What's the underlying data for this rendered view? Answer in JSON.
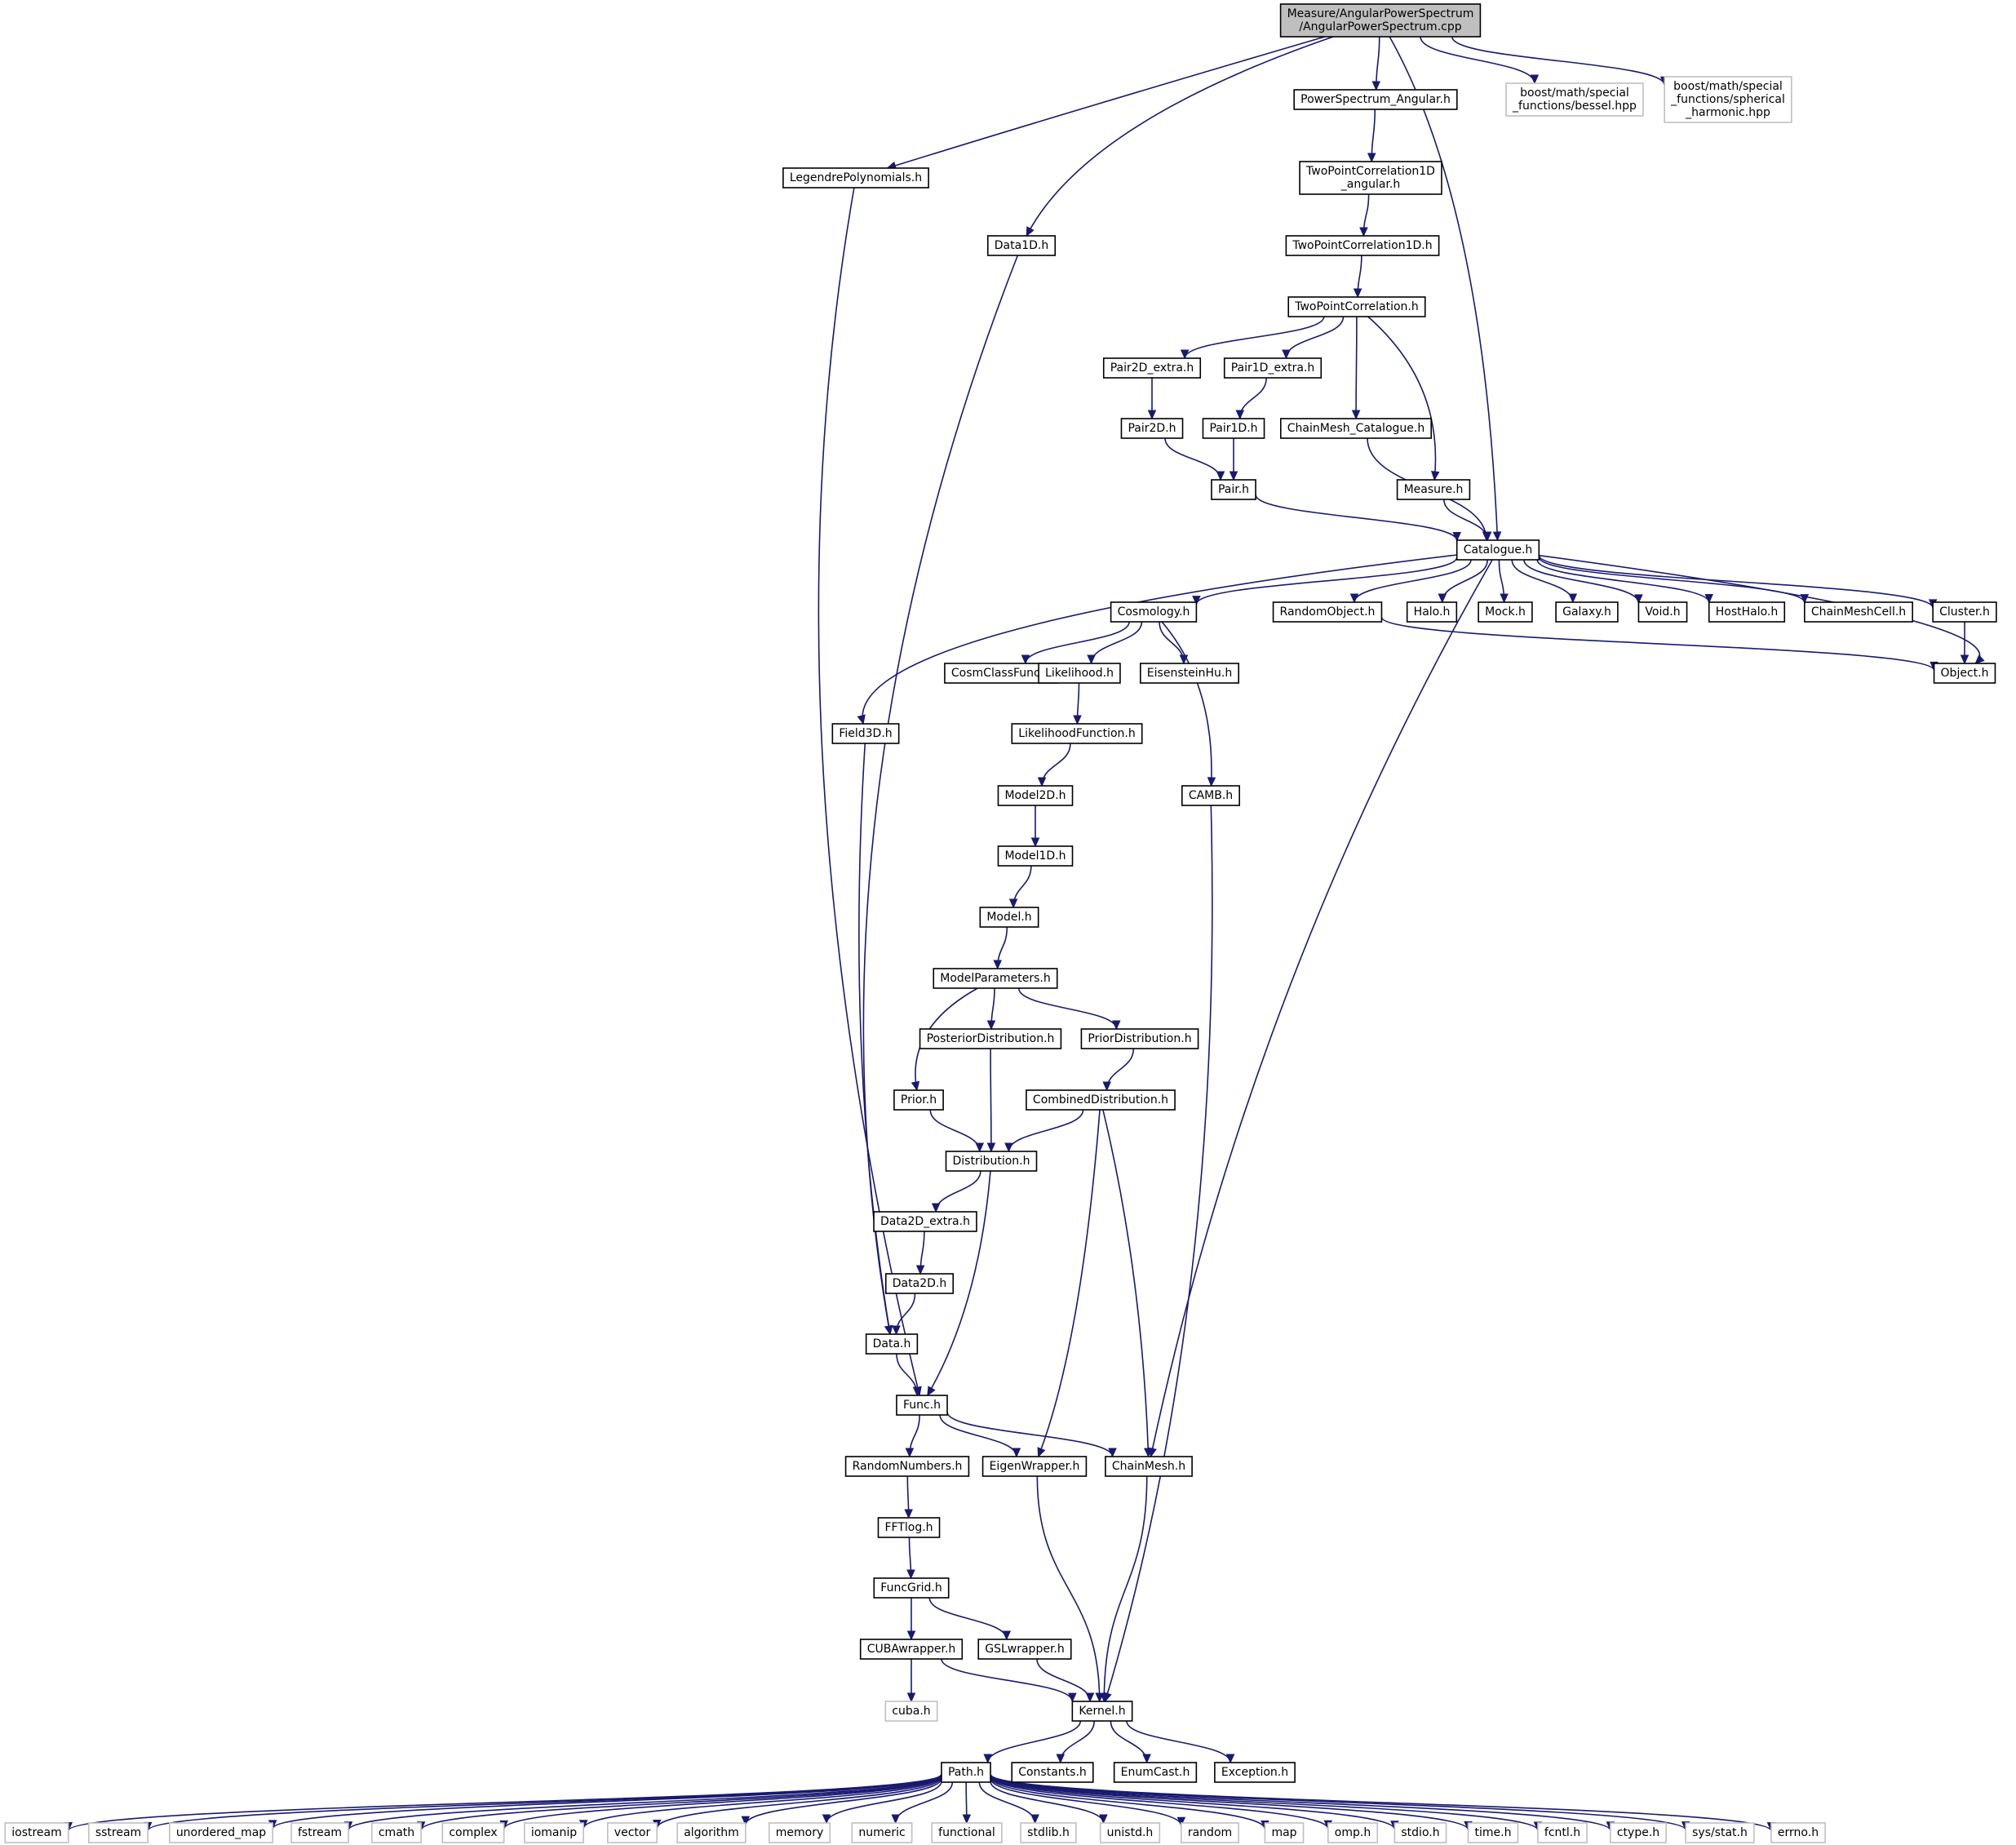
{
  "title_node": "root",
  "colors": {
    "root_fill": "#bfbfbf",
    "root_stroke": "#000000",
    "node_fill": "#ffffff",
    "node_stroke": "#000000",
    "external_stroke": "#bfbfbf",
    "edge": "#191970"
  },
  "nodes": [
    {
      "id": "root",
      "lines": [
        "Measure/AngularPowerSpectrum",
        "/AngularPowerSpectrum.cpp"
      ],
      "kind": "root"
    },
    {
      "id": "psa",
      "lines": [
        "PowerSpectrum_Angular.h"
      ],
      "kind": "local"
    },
    {
      "id": "bessel",
      "lines": [
        "boost/math/special",
        "_functions/bessel.hpp"
      ],
      "kind": "external"
    },
    {
      "id": "sph",
      "lines": [
        "boost/math/special",
        "_functions/spherical",
        "_harmonic.hpp"
      ],
      "kind": "external"
    },
    {
      "id": "legendre",
      "lines": [
        "LegendrePolynomials.h"
      ],
      "kind": "local"
    },
    {
      "id": "tpc1da",
      "lines": [
        "TwoPointCorrelation1D",
        "_angular.h"
      ],
      "kind": "local"
    },
    {
      "id": "data1d",
      "lines": [
        "Data1D.h"
      ],
      "kind": "local"
    },
    {
      "id": "tpc1d",
      "lines": [
        "TwoPointCorrelation1D.h"
      ],
      "kind": "local"
    },
    {
      "id": "tpc",
      "lines": [
        "TwoPointCorrelation.h"
      ],
      "kind": "local"
    },
    {
      "id": "pair2dx",
      "lines": [
        "Pair2D_extra.h"
      ],
      "kind": "local"
    },
    {
      "id": "pair1dx",
      "lines": [
        "Pair1D_extra.h"
      ],
      "kind": "local"
    },
    {
      "id": "pair2d",
      "lines": [
        "Pair2D.h"
      ],
      "kind": "local"
    },
    {
      "id": "pair1d",
      "lines": [
        "Pair1D.h"
      ],
      "kind": "local"
    },
    {
      "id": "cmcat",
      "lines": [
        "ChainMesh_Catalogue.h"
      ],
      "kind": "local"
    },
    {
      "id": "pair",
      "lines": [
        "Pair.h"
      ],
      "kind": "local"
    },
    {
      "id": "measure",
      "lines": [
        "Measure.h"
      ],
      "kind": "local"
    },
    {
      "id": "catalogue",
      "lines": [
        "Catalogue.h"
      ],
      "kind": "local"
    },
    {
      "id": "cosmology",
      "lines": [
        "Cosmology.h"
      ],
      "kind": "local"
    },
    {
      "id": "randobj",
      "lines": [
        "RandomObject.h"
      ],
      "kind": "local"
    },
    {
      "id": "halo",
      "lines": [
        "Halo.h"
      ],
      "kind": "local"
    },
    {
      "id": "mock",
      "lines": [
        "Mock.h"
      ],
      "kind": "local"
    },
    {
      "id": "galaxy",
      "lines": [
        "Galaxy.h"
      ],
      "kind": "local"
    },
    {
      "id": "void",
      "lines": [
        "Void.h"
      ],
      "kind": "local"
    },
    {
      "id": "hosthalo",
      "lines": [
        "HostHalo.h"
      ],
      "kind": "local"
    },
    {
      "id": "cmcell",
      "lines": [
        "ChainMeshCell.h"
      ],
      "kind": "local"
    },
    {
      "id": "cluster",
      "lines": [
        "Cluster.h"
      ],
      "kind": "local"
    },
    {
      "id": "cosmclass",
      "lines": [
        "CosmClassFunc.h"
      ],
      "kind": "local"
    },
    {
      "id": "likelihood",
      "lines": [
        "Likelihood.h"
      ],
      "kind": "local"
    },
    {
      "id": "eisenstein",
      "lines": [
        "EisensteinHu.h"
      ],
      "kind": "local"
    },
    {
      "id": "object",
      "lines": [
        "Object.h"
      ],
      "kind": "local"
    },
    {
      "id": "field3d",
      "lines": [
        "Field3D.h"
      ],
      "kind": "local"
    },
    {
      "id": "likefunc",
      "lines": [
        "LikelihoodFunction.h"
      ],
      "kind": "local"
    },
    {
      "id": "model2d",
      "lines": [
        "Model2D.h"
      ],
      "kind": "local"
    },
    {
      "id": "camb",
      "lines": [
        "CAMB.h"
      ],
      "kind": "local"
    },
    {
      "id": "model1d",
      "lines": [
        "Model1D.h"
      ],
      "kind": "local"
    },
    {
      "id": "model",
      "lines": [
        "Model.h"
      ],
      "kind": "local"
    },
    {
      "id": "modelparams",
      "lines": [
        "ModelParameters.h"
      ],
      "kind": "local"
    },
    {
      "id": "posterior",
      "lines": [
        "PosteriorDistribution.h"
      ],
      "kind": "local"
    },
    {
      "id": "priordist",
      "lines": [
        "PriorDistribution.h"
      ],
      "kind": "local"
    },
    {
      "id": "prior",
      "lines": [
        "Prior.h"
      ],
      "kind": "local"
    },
    {
      "id": "combined",
      "lines": [
        "CombinedDistribution.h"
      ],
      "kind": "local"
    },
    {
      "id": "distribution",
      "lines": [
        "Distribution.h"
      ],
      "kind": "local"
    },
    {
      "id": "data2dx",
      "lines": [
        "Data2D_extra.h"
      ],
      "kind": "local"
    },
    {
      "id": "data2d",
      "lines": [
        "Data2D.h"
      ],
      "kind": "local"
    },
    {
      "id": "data",
      "lines": [
        "Data.h"
      ],
      "kind": "local"
    },
    {
      "id": "func",
      "lines": [
        "Func.h"
      ],
      "kind": "local"
    },
    {
      "id": "randnum",
      "lines": [
        "RandomNumbers.h"
      ],
      "kind": "local"
    },
    {
      "id": "eigen",
      "lines": [
        "EigenWrapper.h"
      ],
      "kind": "local"
    },
    {
      "id": "chainmesh",
      "lines": [
        "ChainMesh.h"
      ],
      "kind": "local"
    },
    {
      "id": "fftlog",
      "lines": [
        "FFTlog.h"
      ],
      "kind": "local"
    },
    {
      "id": "funcgrid",
      "lines": [
        "FuncGrid.h"
      ],
      "kind": "local"
    },
    {
      "id": "cuba_w",
      "lines": [
        "CUBAwrapper.h"
      ],
      "kind": "local"
    },
    {
      "id": "gsl_w",
      "lines": [
        "GSLwrapper.h"
      ],
      "kind": "local"
    },
    {
      "id": "cuba",
      "lines": [
        "cuba.h"
      ],
      "kind": "external"
    },
    {
      "id": "kernel",
      "lines": [
        "Kernel.h"
      ],
      "kind": "local"
    },
    {
      "id": "path",
      "lines": [
        "Path.h"
      ],
      "kind": "local"
    },
    {
      "id": "constants",
      "lines": [
        "Constants.h"
      ],
      "kind": "local"
    },
    {
      "id": "enumcast",
      "lines": [
        "EnumCast.h"
      ],
      "kind": "local"
    },
    {
      "id": "exception",
      "lines": [
        "Exception.h"
      ],
      "kind": "local"
    },
    {
      "id": "iostream",
      "lines": [
        "iostream"
      ],
      "kind": "external"
    },
    {
      "id": "sstream",
      "lines": [
        "sstream"
      ],
      "kind": "external"
    },
    {
      "id": "unordered_map",
      "lines": [
        "unordered_map"
      ],
      "kind": "external"
    },
    {
      "id": "fstream",
      "lines": [
        "fstream"
      ],
      "kind": "external"
    },
    {
      "id": "cmath",
      "lines": [
        "cmath"
      ],
      "kind": "external"
    },
    {
      "id": "complex",
      "lines": [
        "complex"
      ],
      "kind": "external"
    },
    {
      "id": "iomanip",
      "lines": [
        "iomanip"
      ],
      "kind": "external"
    },
    {
      "id": "vector",
      "lines": [
        "vector"
      ],
      "kind": "external"
    },
    {
      "id": "algorithm",
      "lines": [
        "algorithm"
      ],
      "kind": "external"
    },
    {
      "id": "memory",
      "lines": [
        "memory"
      ],
      "kind": "external"
    },
    {
      "id": "numeric",
      "lines": [
        "numeric"
      ],
      "kind": "external"
    },
    {
      "id": "functional",
      "lines": [
        "functional"
      ],
      "kind": "external"
    },
    {
      "id": "stdlib",
      "lines": [
        "stdlib.h"
      ],
      "kind": "external"
    },
    {
      "id": "unistd",
      "lines": [
        "unistd.h"
      ],
      "kind": "external"
    },
    {
      "id": "random",
      "lines": [
        "random"
      ],
      "kind": "external"
    },
    {
      "id": "map",
      "lines": [
        "map"
      ],
      "kind": "external"
    },
    {
      "id": "omp",
      "lines": [
        "omp.h"
      ],
      "kind": "external"
    },
    {
      "id": "stdio",
      "lines": [
        "stdio.h"
      ],
      "kind": "external"
    },
    {
      "id": "time",
      "lines": [
        "time.h"
      ],
      "kind": "external"
    },
    {
      "id": "fcntl",
      "lines": [
        "fcntl.h"
      ],
      "kind": "external"
    },
    {
      "id": "ctype",
      "lines": [
        "ctype.h"
      ],
      "kind": "external"
    },
    {
      "id": "sysstat",
      "lines": [
        "sys/stat.h"
      ],
      "kind": "external"
    },
    {
      "id": "errno",
      "lines": [
        "errno.h"
      ],
      "kind": "external"
    }
  ],
  "edges": [
    [
      "root",
      "psa"
    ],
    [
      "root",
      "bessel"
    ],
    [
      "root",
      "sph"
    ],
    [
      "root",
      "legendre"
    ],
    [
      "root",
      "data1d"
    ],
    [
      "root",
      "catalogue"
    ],
    [
      "psa",
      "tpc1da"
    ],
    [
      "tpc1da",
      "tpc1d"
    ],
    [
      "tpc1d",
      "tpc"
    ],
    [
      "tpc",
      "pair2dx"
    ],
    [
      "tpc",
      "pair1dx"
    ],
    [
      "tpc",
      "cmcat"
    ],
    [
      "tpc",
      "measure"
    ],
    [
      "pair2dx",
      "pair2d"
    ],
    [
      "pair1dx",
      "pair1d"
    ],
    [
      "pair2d",
      "pair"
    ],
    [
      "pair1d",
      "pair"
    ],
    [
      "pair",
      "catalogue"
    ],
    [
      "cmcat",
      "catalogue"
    ],
    [
      "measure",
      "catalogue"
    ],
    [
      "legendre",
      "func"
    ],
    [
      "data1d",
      "data"
    ],
    [
      "catalogue",
      "field3d"
    ],
    [
      "catalogue",
      "cosmology"
    ],
    [
      "catalogue",
      "chainmesh"
    ],
    [
      "catalogue",
      "randobj"
    ],
    [
      "catalogue",
      "halo"
    ],
    [
      "catalogue",
      "mock"
    ],
    [
      "catalogue",
      "galaxy"
    ],
    [
      "catalogue",
      "void"
    ],
    [
      "catalogue",
      "hosthalo"
    ],
    [
      "catalogue",
      "cmcell"
    ],
    [
      "catalogue",
      "cluster"
    ],
    [
      "catalogue",
      "object"
    ],
    [
      "randobj",
      "object"
    ],
    [
      "cluster",
      "object"
    ],
    [
      "cosmology",
      "cosmclass"
    ],
    [
      "cosmology",
      "likelihood"
    ],
    [
      "cosmology",
      "eisenstein"
    ],
    [
      "cosmology",
      "camb"
    ],
    [
      "likelihood",
      "likefunc"
    ],
    [
      "likefunc",
      "model2d"
    ],
    [
      "model2d",
      "model1d"
    ],
    [
      "model1d",
      "model"
    ],
    [
      "model",
      "modelparams"
    ],
    [
      "modelparams",
      "prior"
    ],
    [
      "modelparams",
      "posterior"
    ],
    [
      "modelparams",
      "priordist"
    ],
    [
      "priordist",
      "combined"
    ],
    [
      "posterior",
      "distribution"
    ],
    [
      "prior",
      "distribution"
    ],
    [
      "combined",
      "distribution"
    ],
    [
      "combined",
      "eigen"
    ],
    [
      "combined",
      "chainmesh"
    ],
    [
      "distribution",
      "data2dx"
    ],
    [
      "distribution",
      "func"
    ],
    [
      "data2dx",
      "data2d"
    ],
    [
      "data2d",
      "data"
    ],
    [
      "field3d",
      "data"
    ],
    [
      "data",
      "func"
    ],
    [
      "func",
      "randnum"
    ],
    [
      "func",
      "eigen"
    ],
    [
      "func",
      "chainmesh"
    ],
    [
      "randnum",
      "fftlog"
    ],
    [
      "fftlog",
      "funcgrid"
    ],
    [
      "funcgrid",
      "cuba_w"
    ],
    [
      "funcgrid",
      "gsl_w"
    ],
    [
      "cuba_w",
      "cuba"
    ],
    [
      "cuba_w",
      "kernel"
    ],
    [
      "gsl_w",
      "kernel"
    ],
    [
      "eigen",
      "kernel"
    ],
    [
      "chainmesh",
      "kernel"
    ],
    [
      "camb",
      "kernel"
    ],
    [
      "kernel",
      "path"
    ],
    [
      "kernel",
      "constants"
    ],
    [
      "kernel",
      "enumcast"
    ],
    [
      "kernel",
      "exception"
    ],
    [
      "path",
      "iostream"
    ],
    [
      "path",
      "sstream"
    ],
    [
      "path",
      "unordered_map"
    ],
    [
      "path",
      "fstream"
    ],
    [
      "path",
      "cmath"
    ],
    [
      "path",
      "complex"
    ],
    [
      "path",
      "iomanip"
    ],
    [
      "path",
      "vector"
    ],
    [
      "path",
      "algorithm"
    ],
    [
      "path",
      "memory"
    ],
    [
      "path",
      "numeric"
    ],
    [
      "path",
      "functional"
    ],
    [
      "path",
      "stdlib"
    ],
    [
      "path",
      "unistd"
    ],
    [
      "path",
      "random"
    ],
    [
      "path",
      "map"
    ],
    [
      "path",
      "omp"
    ],
    [
      "path",
      "stdio"
    ],
    [
      "path",
      "time"
    ],
    [
      "path",
      "fcntl"
    ],
    [
      "path",
      "ctype"
    ],
    [
      "path",
      "sysstat"
    ],
    [
      "path",
      "errno"
    ]
  ]
}
